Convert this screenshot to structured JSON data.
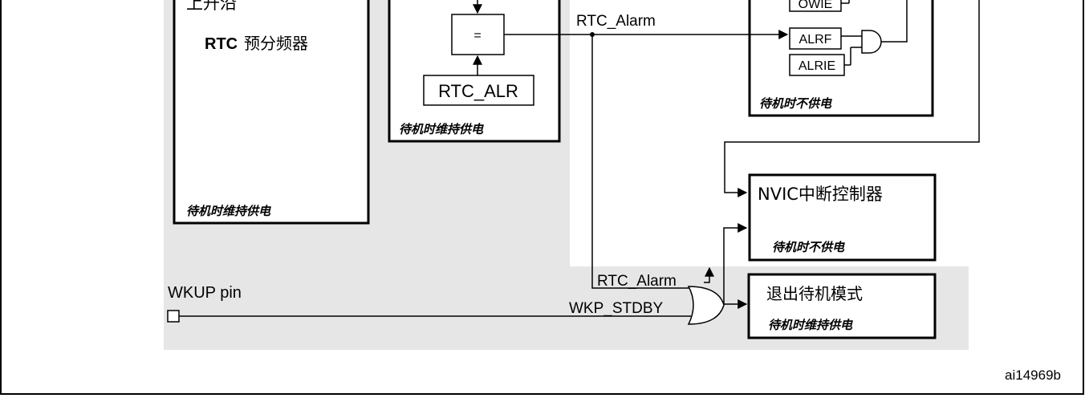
{
  "prescaler": {
    "top_label": "上升沿",
    "title_prefix": "RTC",
    "title_rest": "预分频器",
    "power_note": "待机时维持供电"
  },
  "alarm_block": {
    "comparator_symbol": "=",
    "register": "RTC_ALR",
    "power_note": "待机时维持供电"
  },
  "signals": {
    "rtc_alarm_top": "RTC_Alarm",
    "rtc_alarm_bottom": "RTC_Alarm",
    "wkp_stdby": "WKP_STDBY",
    "wkup_pin": "WKUP pin"
  },
  "flags_block": {
    "owie": "OWIE",
    "alrf": "ALRF",
    "alrie": "ALRIE",
    "power_note": "待机时不供电"
  },
  "nvic": {
    "title": "NVIC中断控制器",
    "power_note": "待机时不供电"
  },
  "standby_exit": {
    "title": "退出待机模式",
    "power_note": "待机时维持供电"
  },
  "figure_id": "ai14969b",
  "colors": {
    "background_zone": "#e6e6e6",
    "line": "#000000"
  }
}
